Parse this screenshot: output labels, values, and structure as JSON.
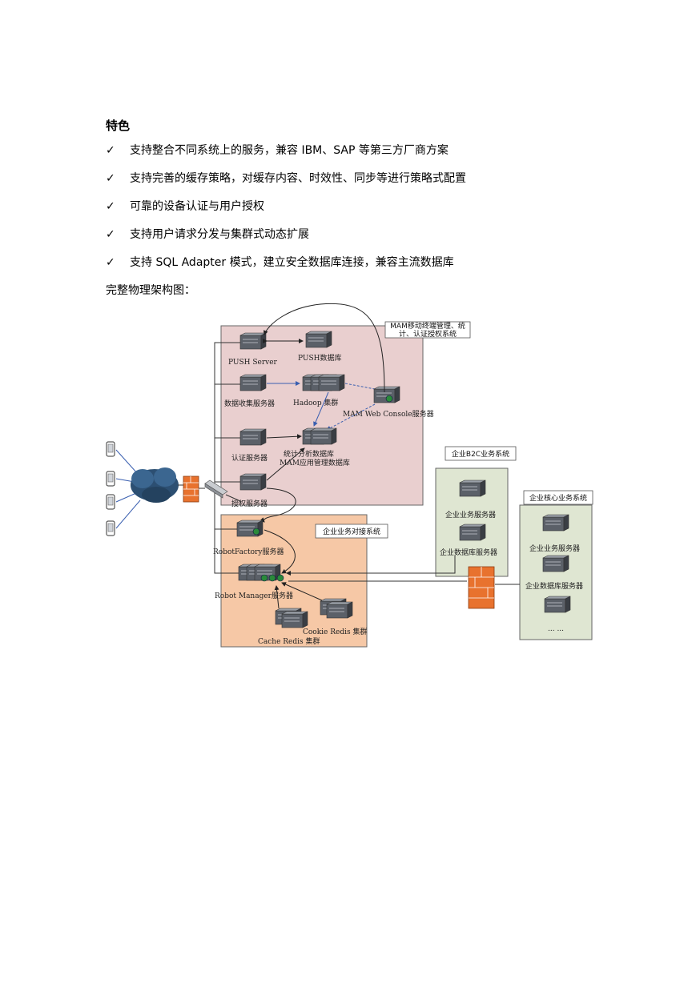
{
  "heading": "特色",
  "features": [
    "支持整合不同系统上的服务，兼容 IBM、SAP 等第三方厂商方案",
    "支持完善的缓存策略，对缓存内容、时效性、同步等进行策略式配置",
    "可靠的设备认证与用户授权",
    "支持用户请求分发与集群式动态扩展",
    "支持 SQL Adapter 模式，建立安全数据库连接，兼容主流数据库"
  ],
  "check_glyph": "✓",
  "caption": "完整物理架构图：",
  "diagram": {
    "colors": {
      "mam_zone": "#e9cfcf",
      "enterprise_zone": "#f6c8a6",
      "b2c_zone": "#dfe6d2",
      "core_zone": "#dfe6d2",
      "firewall": "#e8722e",
      "cloud": "#2c4f72"
    },
    "mam_box_label_1": "MAM移动终端管理、统",
    "mam_box_label_2": "计、认证授权系统",
    "enterprise_box_label": "企业业务对接系统",
    "b2c_box_label": "企业B2C业务系统",
    "core_box_label": "企业核心业务系统",
    "nodes": {
      "push_server": "PUSH Server",
      "push_db": "PUSH数据库",
      "collector": "数据收集服务器",
      "hadoop": "Hadoop 集群",
      "console": "MAM Web Console服务器",
      "auth_server": "认证服务器",
      "stats_db_1": "统计分析数据库",
      "stats_db_2": "MAM应用管理数据库",
      "authz_server": "授权服务器",
      "robot_factory": "RobotFactory服务器",
      "robot_manager": "Robot Manager服务器",
      "cookie_redis": "Cookie Redis 集群",
      "cache_redis": "Cache Redis 集群",
      "b2c_app": "企业业务服务器",
      "b2c_db": "企业数据库服务器",
      "core_app": "企业业务服务器",
      "core_db": "企业数据库服务器",
      "core_more": "... ..."
    }
  }
}
